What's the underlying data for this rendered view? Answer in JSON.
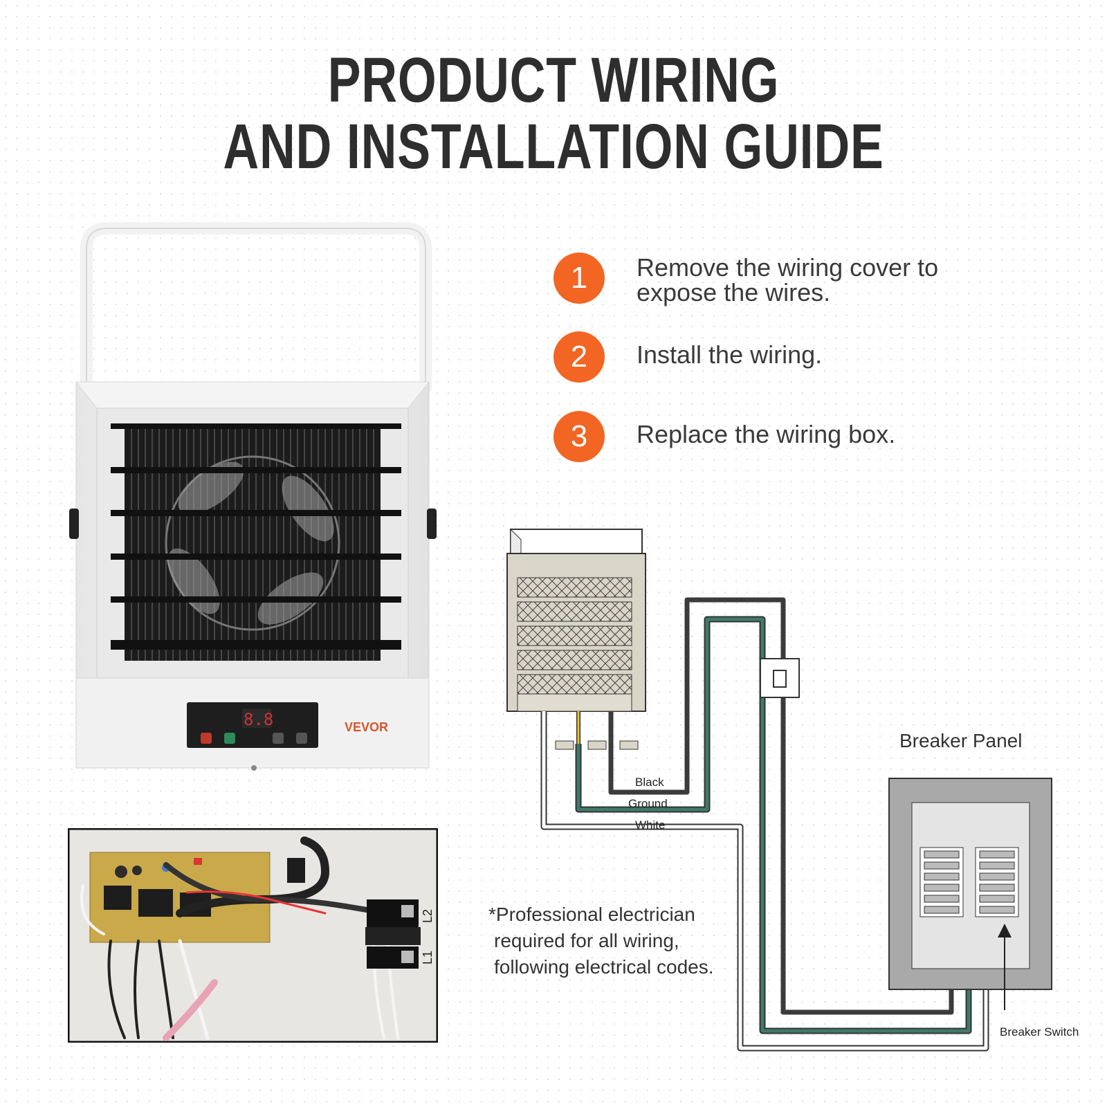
{
  "header": {
    "title_line1": "PRODUCT WIRING",
    "title_line2": "AND INSTALLATION GUIDE"
  },
  "steps": [
    {
      "number": "1",
      "text_line1": "Remove the wiring cover to",
      "text_line2": "expose the wires."
    },
    {
      "number": "2",
      "text_line1": "Install the wiring.",
      "text_line2": ""
    },
    {
      "number": "3",
      "text_line1": "Replace the wiring box.",
      "text_line2": ""
    }
  ],
  "product": {
    "brand": "VEVOR",
    "display": "8.8"
  },
  "wiring_photo": {
    "terminal_labels": [
      "L2",
      "L1"
    ]
  },
  "diagram": {
    "wire_labels": {
      "black": "Black",
      "ground": "Ground",
      "white": "White"
    },
    "breaker_panel_label": "Breaker Panel",
    "breaker_switch_label": "Breaker Switch",
    "colors": {
      "black_wire": "#3b3b3b",
      "ground_wire": "#3f7a6a",
      "white_wire": "#ffffff",
      "accent": "#f26522"
    }
  },
  "note": {
    "line1": "*Professional electrician",
    "line2": "required for all wiring,",
    "line3": "following electrical codes."
  }
}
